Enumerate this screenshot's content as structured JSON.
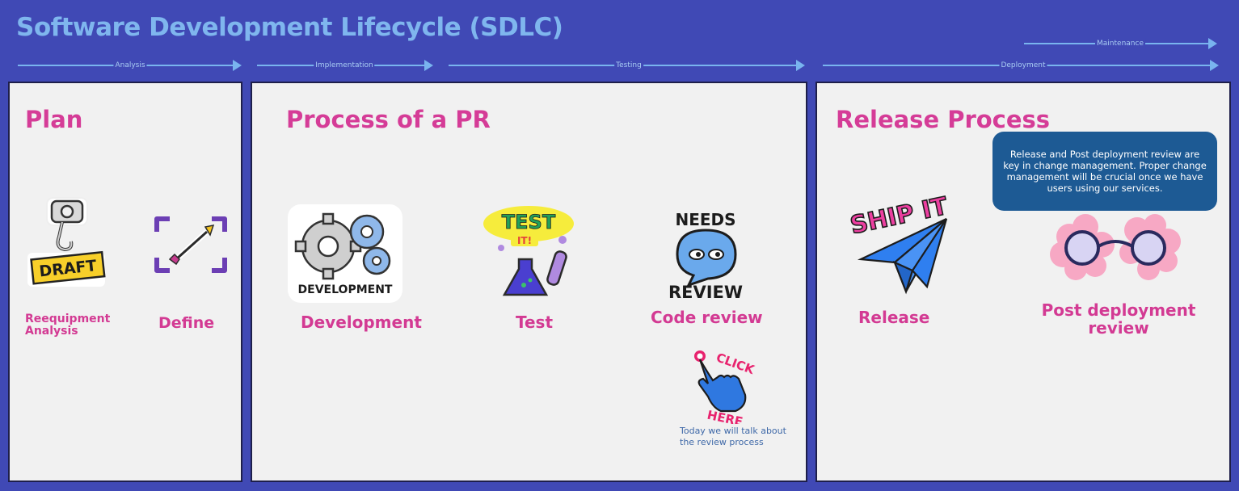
{
  "title": "Software Development Lifecycle (SDLC)",
  "phases": {
    "analysis": "Analysis",
    "implementation": "Implementation",
    "testing": "Testing",
    "deployment": "Deployment",
    "maintenance": "Maintenance"
  },
  "plan": {
    "title": "Plan",
    "draft_text": "DRAFT",
    "items": [
      "Reequipment\nAnalysis",
      "Define"
    ]
  },
  "pr": {
    "title": "Process of a PR",
    "dev_sticker": "DEVELOPMENT",
    "test_sticker": "TEST",
    "test_sticker_sub": "IT!",
    "needs_text": "NEEDS",
    "review_text": "REVIEW",
    "items": [
      "Development",
      "Test",
      "Code review"
    ],
    "click_text": "CLICK",
    "here_text": "HERE",
    "note": "Today we will talk about the review process"
  },
  "release": {
    "title": "Release Process",
    "ship_text": "SHIP IT",
    "note": "Release and Post deployment review are key in change management. Proper change management will be crucial once we have users using our services.",
    "items": [
      "Release",
      "Post deployment\nreview"
    ]
  },
  "colors": {
    "background": "#4049b5",
    "accent": "#d33a93",
    "title": "#7fb6ee",
    "panel": "#f1f1f1",
    "note_box": "#1d5a94"
  }
}
